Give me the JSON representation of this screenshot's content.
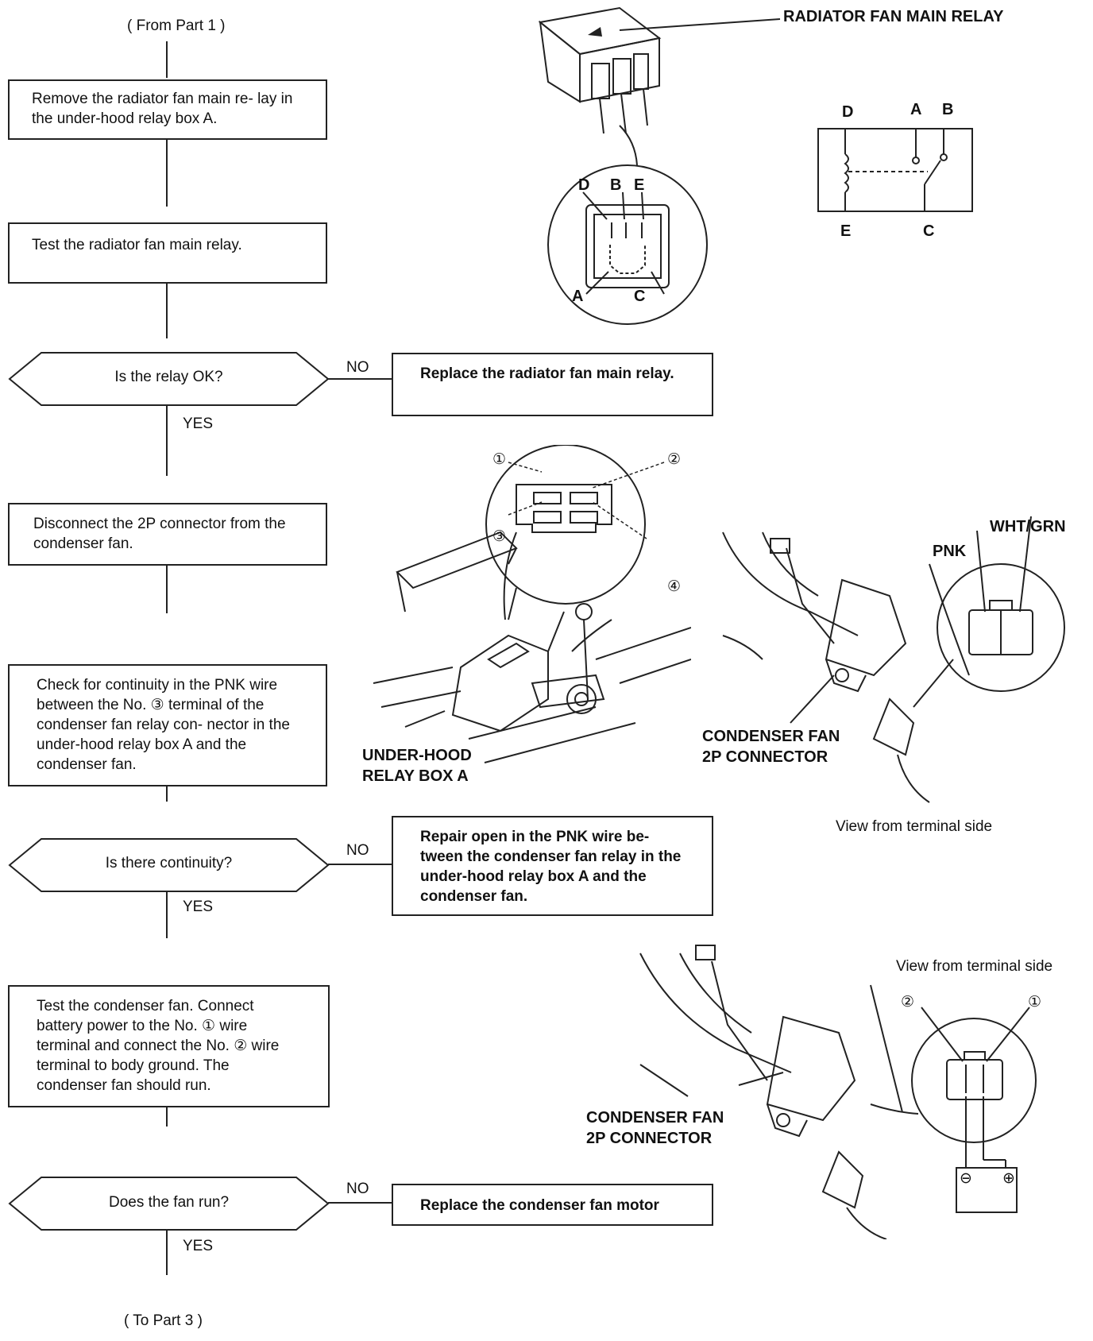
{
  "flow": {
    "from": "( From Part 1 )",
    "to": "( To Part 3 )",
    "steps": {
      "remove_relay": "Remove the radiator fan main re- lay in the under-hood relay box A.",
      "test_relay": "Test the radiator fan main relay.",
      "disconnect": "Disconnect the 2P connector from the condenser fan.",
      "check_continuity": "Check for continuity in the PNK wire between the No. ③ terminal of the condenser fan relay con- nector in the under-hood relay box A and the condenser fan.",
      "test_fan": "Test the condenser fan. Connect battery power to the No. ① wire terminal and connect the No. ② wire terminal to body ground. The condenser fan should run."
    },
    "decisions": {
      "relay_ok": "Is the relay OK?",
      "continuity": "Is there continuity?",
      "fan_run": "Does the fan run?"
    },
    "answers": {
      "no": "NO",
      "yes": "YES"
    },
    "actions": {
      "replace_relay": "Replace the radiator fan main relay.",
      "repair_open": "Repair open in the PNK wire be- tween the condenser fan relay in the under-hood relay box A and the condenser fan.",
      "replace_motor": "Replace the condenser fan motor"
    }
  },
  "illustrations": {
    "relay_title": "RADIATOR FAN MAIN RELAY",
    "relay_pins": {
      "d": "D",
      "b": "B",
      "e": "E",
      "a": "A",
      "c": "C"
    },
    "schematic_pins": {
      "d": "D",
      "a": "A",
      "b": "B",
      "e": "E",
      "c": "C"
    },
    "relay_box_label_1": "UNDER-HOOD",
    "relay_box_label_2": "RELAY BOX A",
    "term_1": "①",
    "term_2": "②",
    "term_3": "③",
    "term_4": "④",
    "wire_pnk": "PNK",
    "wire_wht_grn": "WHT/GRN",
    "cond_conn_1": "CONDENSER FAN",
    "cond_conn_2": "2P CONNECTOR",
    "view_note_1": "View from terminal side",
    "view_note_2": "View from terminal side",
    "batt_minus": "⊖",
    "batt_plus": "⊕"
  }
}
